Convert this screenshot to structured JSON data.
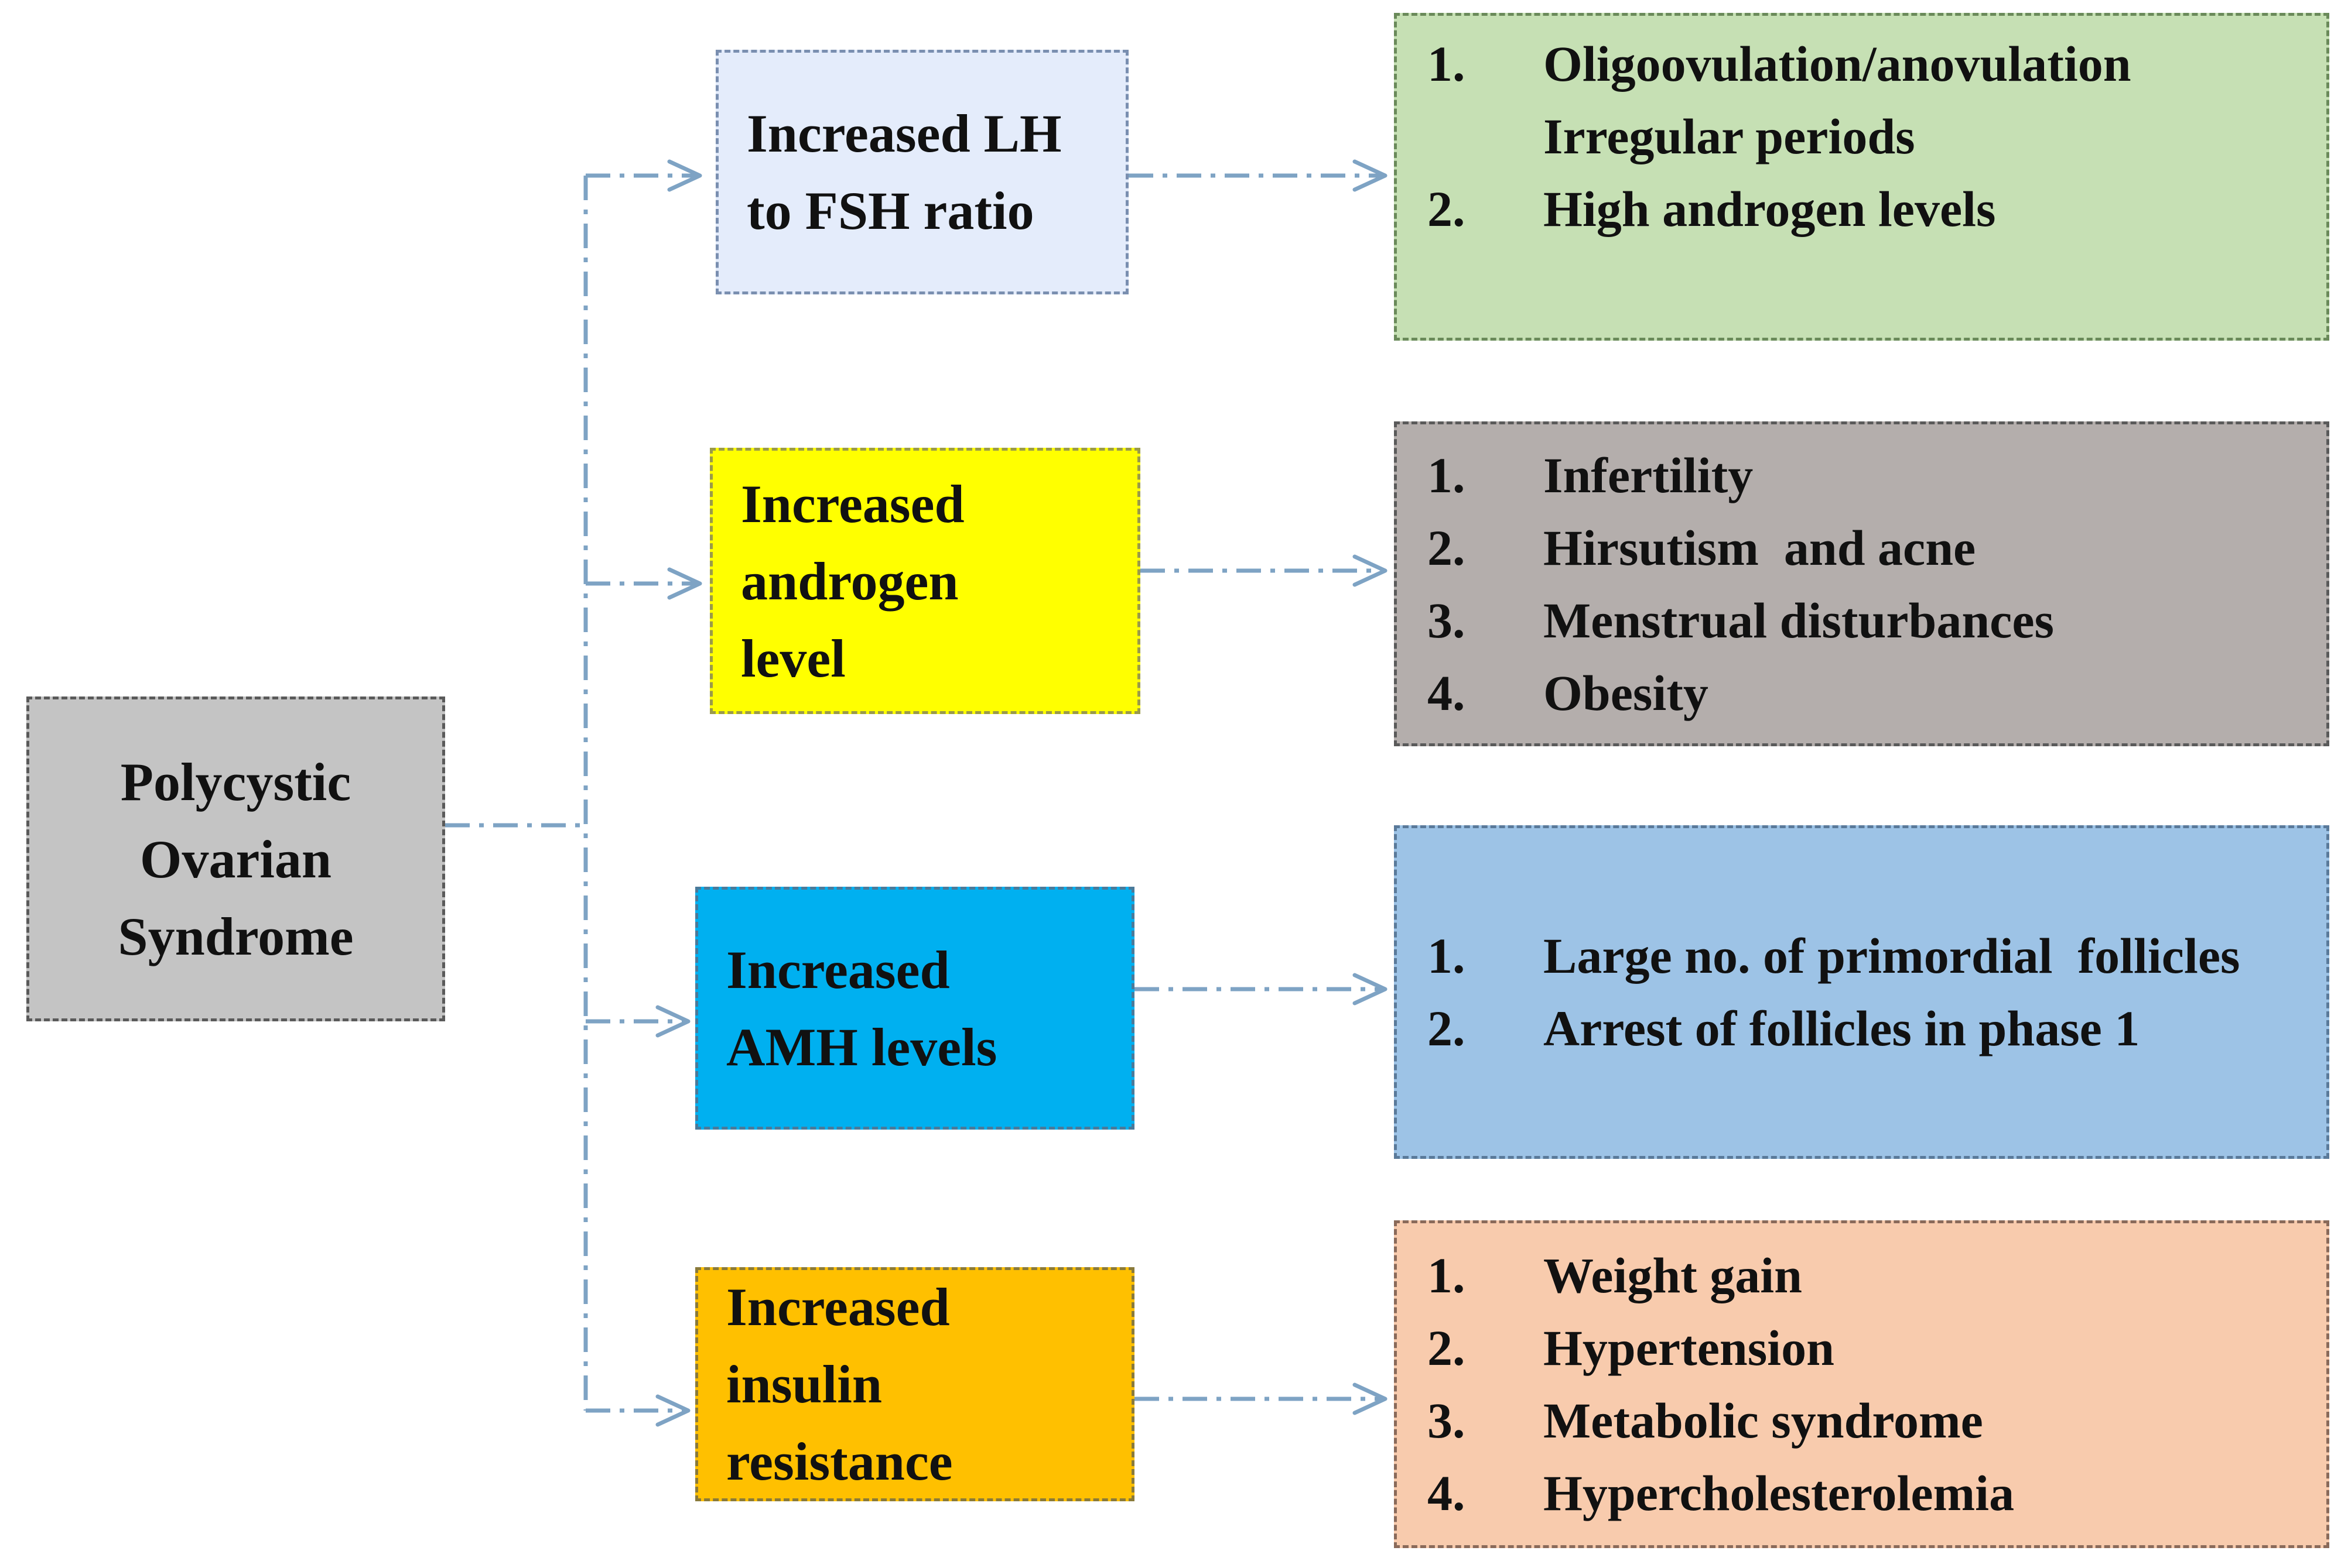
{
  "root": {
    "label_lines": [
      "Polycystic",
      "Ovarian",
      "Syndrome"
    ]
  },
  "causes": [
    {
      "label": "Increased LH to FSH ratio"
    },
    {
      "label": "Increased androgen level"
    },
    {
      "label": "Increased AMH levels"
    },
    {
      "label": "Increased insulin resistance"
    }
  ],
  "effects": [
    {
      "items": [
        {
          "num": "1.",
          "lines": [
            "Oligoovulation/anovulation",
            "Irregular periods"
          ]
        },
        {
          "num": "2.",
          "lines": [
            "High androgen levels"
          ]
        }
      ]
    },
    {
      "items": [
        {
          "num": "1.",
          "lines": [
            "Infertility"
          ]
        },
        {
          "num": "2.",
          "lines": [
            "Hirsutism  and acne"
          ]
        },
        {
          "num": "3.",
          "lines": [
            "Menstrual disturbances"
          ]
        },
        {
          "num": "4.",
          "lines": [
            "Obesity"
          ]
        }
      ]
    },
    {
      "items": [
        {
          "num": "1.",
          "lines": [
            "Large no. of primordial  follicles"
          ]
        },
        {
          "num": "2.",
          "lines": [
            "Arrest of follicles in phase 1"
          ]
        }
      ]
    },
    {
      "items": [
        {
          "num": "1.",
          "lines": [
            "Weight gain"
          ]
        },
        {
          "num": "2.",
          "lines": [
            "Hypertension"
          ]
        },
        {
          "num": "3.",
          "lines": [
            "Metabolic syndrome"
          ]
        },
        {
          "num": "4.",
          "lines": [
            "Hypercholesterolemia"
          ]
        }
      ]
    }
  ],
  "colors": {
    "connector": "#7ea3c4"
  }
}
